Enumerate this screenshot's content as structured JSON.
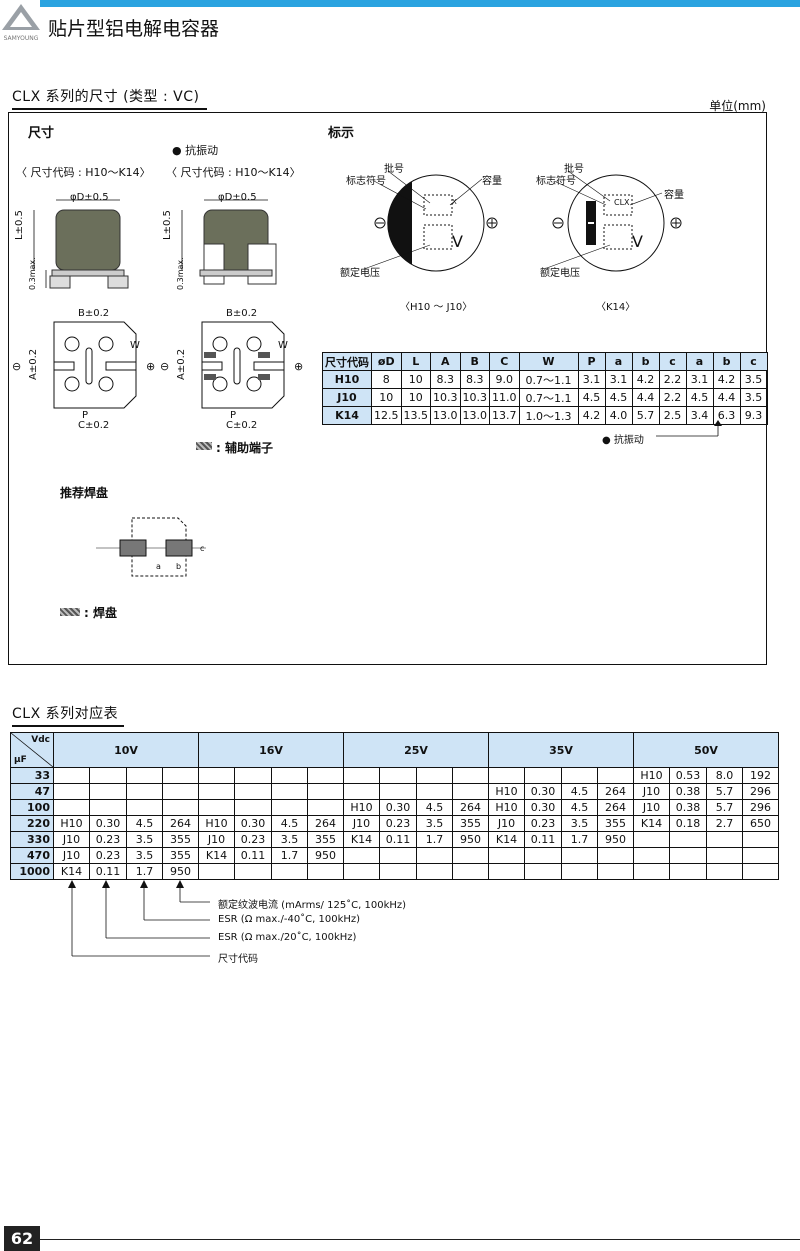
{
  "header": {
    "title": "贴片型铝电解电容器",
    "brand": "SAMYOUNG"
  },
  "dims_section": {
    "title": "CLX 系列的尺寸 (类型 : VC)",
    "unit": "单位(mm)",
    "size_heading": "尺寸",
    "marking_heading": "标示",
    "anti_vib": "● 抗振动",
    "code_range_left": "〈 尺寸代码 : H10～K14〉",
    "code_range_right": "〈 尺寸代码 : H10～K14〉",
    "phi_d": "φD±0.5",
    "l_label": "L±0.5",
    "max_label": "0.3max.",
    "b_label": "B±0.2",
    "a_label": "A±0.2",
    "c_label": "C±0.2",
    "p_label": "P",
    "w_label": "W",
    "minus": "⊖",
    "plus": "⊕",
    "aux_legend": ": 辅助端子",
    "pad_heading": "推荐焊盘",
    "pad_legend": ": 焊盘",
    "pad_a": "a",
    "pad_b": "b",
    "pad_c": "c",
    "mark_lot": "批号",
    "mark_symbol": "标志符号",
    "mark_capacity": "容量",
    "mark_voltage": "额定电压",
    "mark_v": "V",
    "mark_clx": "CLX",
    "mark_x": "X",
    "mark_h10_caption": "〈H10  ～  J10〉",
    "mark_k14_caption": "〈K14〉",
    "anti_vib_note": "● 抗振动"
  },
  "dim_table": {
    "headers": [
      "尺寸代码",
      "øD",
      "L",
      "A",
      "B",
      "C",
      "W",
      "P",
      "a",
      "b",
      "c",
      "a",
      "b",
      "c"
    ],
    "rows": [
      [
        "H10",
        "8",
        "10",
        "8.3",
        "8.3",
        "9.0",
        "0.7～1.1",
        "3.1",
        "3.1",
        "4.2",
        "2.2",
        "3.1",
        "4.2",
        "3.5"
      ],
      [
        "J10",
        "10",
        "10",
        "10.3",
        "10.3",
        "11.0",
        "0.7～1.1",
        "4.5",
        "4.5",
        "4.4",
        "2.2",
        "4.5",
        "4.4",
        "3.5"
      ],
      [
        "K14",
        "12.5",
        "13.5",
        "13.0",
        "13.0",
        "13.7",
        "1.0～1.3",
        "4.2",
        "4.0",
        "5.7",
        "2.5",
        "3.4",
        "6.3",
        "9.3"
      ]
    ]
  },
  "series_section": {
    "title": "CLX 系列对应表",
    "vdc": "Vdc",
    "uf": "μF",
    "voltages": [
      "10V",
      "16V",
      "25V",
      "35V",
      "50V"
    ],
    "rows": [
      {
        "cap": "33",
        "cells": [
          "",
          "",
          "",
          "",
          "",
          "",
          "",
          "",
          "",
          "",
          "",
          "",
          "",
          "",
          "",
          "",
          "H10",
          "0.53",
          "8.0",
          "192"
        ]
      },
      {
        "cap": "47",
        "cells": [
          "",
          "",
          "",
          "",
          "",
          "",
          "",
          "",
          "",
          "",
          "",
          "",
          "H10",
          "0.30",
          "4.5",
          "264",
          "J10",
          "0.38",
          "5.7",
          "296"
        ]
      },
      {
        "cap": "100",
        "cells": [
          "",
          "",
          "",
          "",
          "",
          "",
          "",
          "",
          "H10",
          "0.30",
          "4.5",
          "264",
          "H10",
          "0.30",
          "4.5",
          "264",
          "J10",
          "0.38",
          "5.7",
          "296"
        ]
      },
      {
        "cap": "220",
        "cells": [
          "H10",
          "0.30",
          "4.5",
          "264",
          "H10",
          "0.30",
          "4.5",
          "264",
          "J10",
          "0.23",
          "3.5",
          "355",
          "J10",
          "0.23",
          "3.5",
          "355",
          "K14",
          "0.18",
          "2.7",
          "650"
        ]
      },
      {
        "cap": "330",
        "cells": [
          "J10",
          "0.23",
          "3.5",
          "355",
          "J10",
          "0.23",
          "3.5",
          "355",
          "K14",
          "0.11",
          "1.7",
          "950",
          "K14",
          "0.11",
          "1.7",
          "950",
          "",
          "",
          "",
          ""
        ]
      },
      {
        "cap": "470",
        "cells": [
          "J10",
          "0.23",
          "3.5",
          "355",
          "K14",
          "0.11",
          "1.7",
          "950",
          "",
          "",
          "",
          "",
          "",
          "",
          "",
          "",
          "",
          "",
          "",
          ""
        ]
      },
      {
        "cap": "1000",
        "cells": [
          "K14",
          "0.11",
          "1.7",
          "950",
          "",
          "",
          "",
          "",
          "",
          "",
          "",
          "",
          "",
          "",
          "",
          "",
          "",
          "",
          "",
          ""
        ]
      }
    ],
    "legend": [
      "额定纹波电流 (mArms/ 125˚C, 100kHz)",
      "ESR (Ω max./-40˚C, 100kHz)",
      "ESR (Ω max./20˚C, 100kHz)",
      "尺寸代码"
    ]
  },
  "footer": {
    "page": "62"
  }
}
